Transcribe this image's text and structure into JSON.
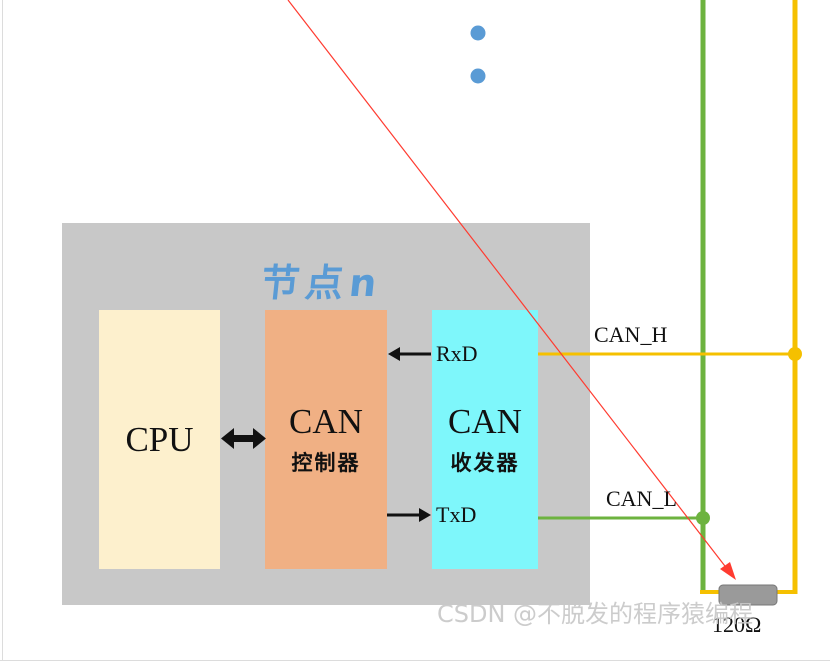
{
  "node": {
    "title": "节点n"
  },
  "blocks": {
    "cpu": {
      "label": "CPU"
    },
    "controller": {
      "label": "CAN",
      "sub": "控制器"
    },
    "transceiver": {
      "label": "CAN",
      "sub": "收发器"
    }
  },
  "signals": {
    "rxd": "RxD",
    "txd": "TxD",
    "can_h": "CAN_H",
    "can_l": "CAN_L"
  },
  "resistor": {
    "label": "120Ω"
  },
  "watermark": {
    "text": "CSDN @不脱发的程序猿编程"
  },
  "colors": {
    "node_background": "#c8c8c8",
    "cpu": "#fdf0cd",
    "controller": "#f0b084",
    "transceiver": "#7ef7fb",
    "can_h_line": "#f5c000",
    "can_l_line": "#6db33f",
    "title": "#5a9bd5",
    "ellipsis_dots": "#5a9bd5",
    "annotation_arrow": "#ff3b30"
  }
}
